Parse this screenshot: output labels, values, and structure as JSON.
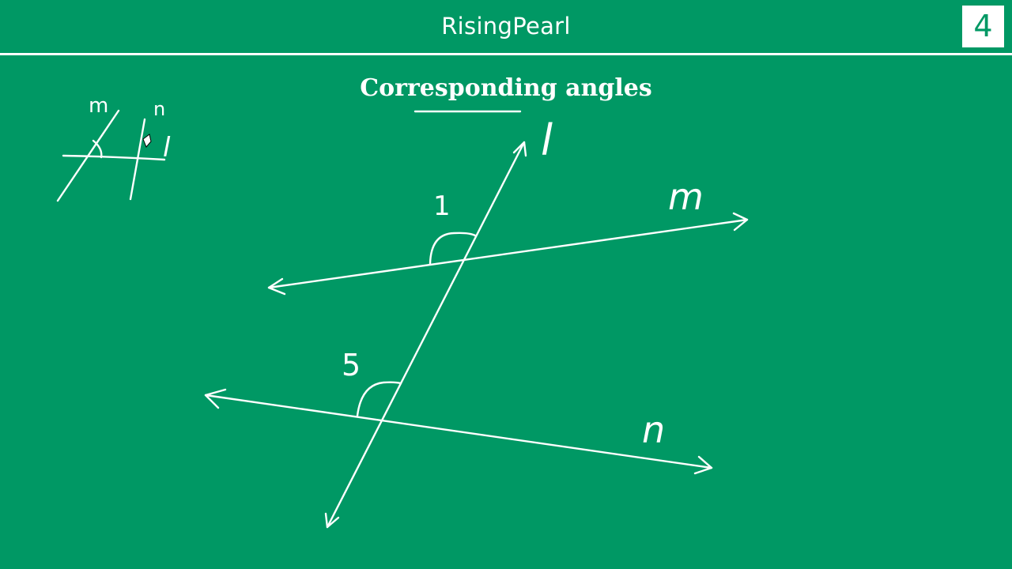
{
  "header": {
    "title": "RisingPearl",
    "page_number": "4"
  },
  "slide": {
    "title": "Corresponding angles"
  },
  "sketch": {
    "labels": {
      "m": "m",
      "n": "n",
      "l": "l"
    }
  },
  "diagram": {
    "labels": {
      "l": "l",
      "m": "m",
      "n": "n",
      "angle_1": "1",
      "angle_5": "5"
    }
  },
  "colors": {
    "background": "#009864",
    "foreground": "#ffffff"
  }
}
